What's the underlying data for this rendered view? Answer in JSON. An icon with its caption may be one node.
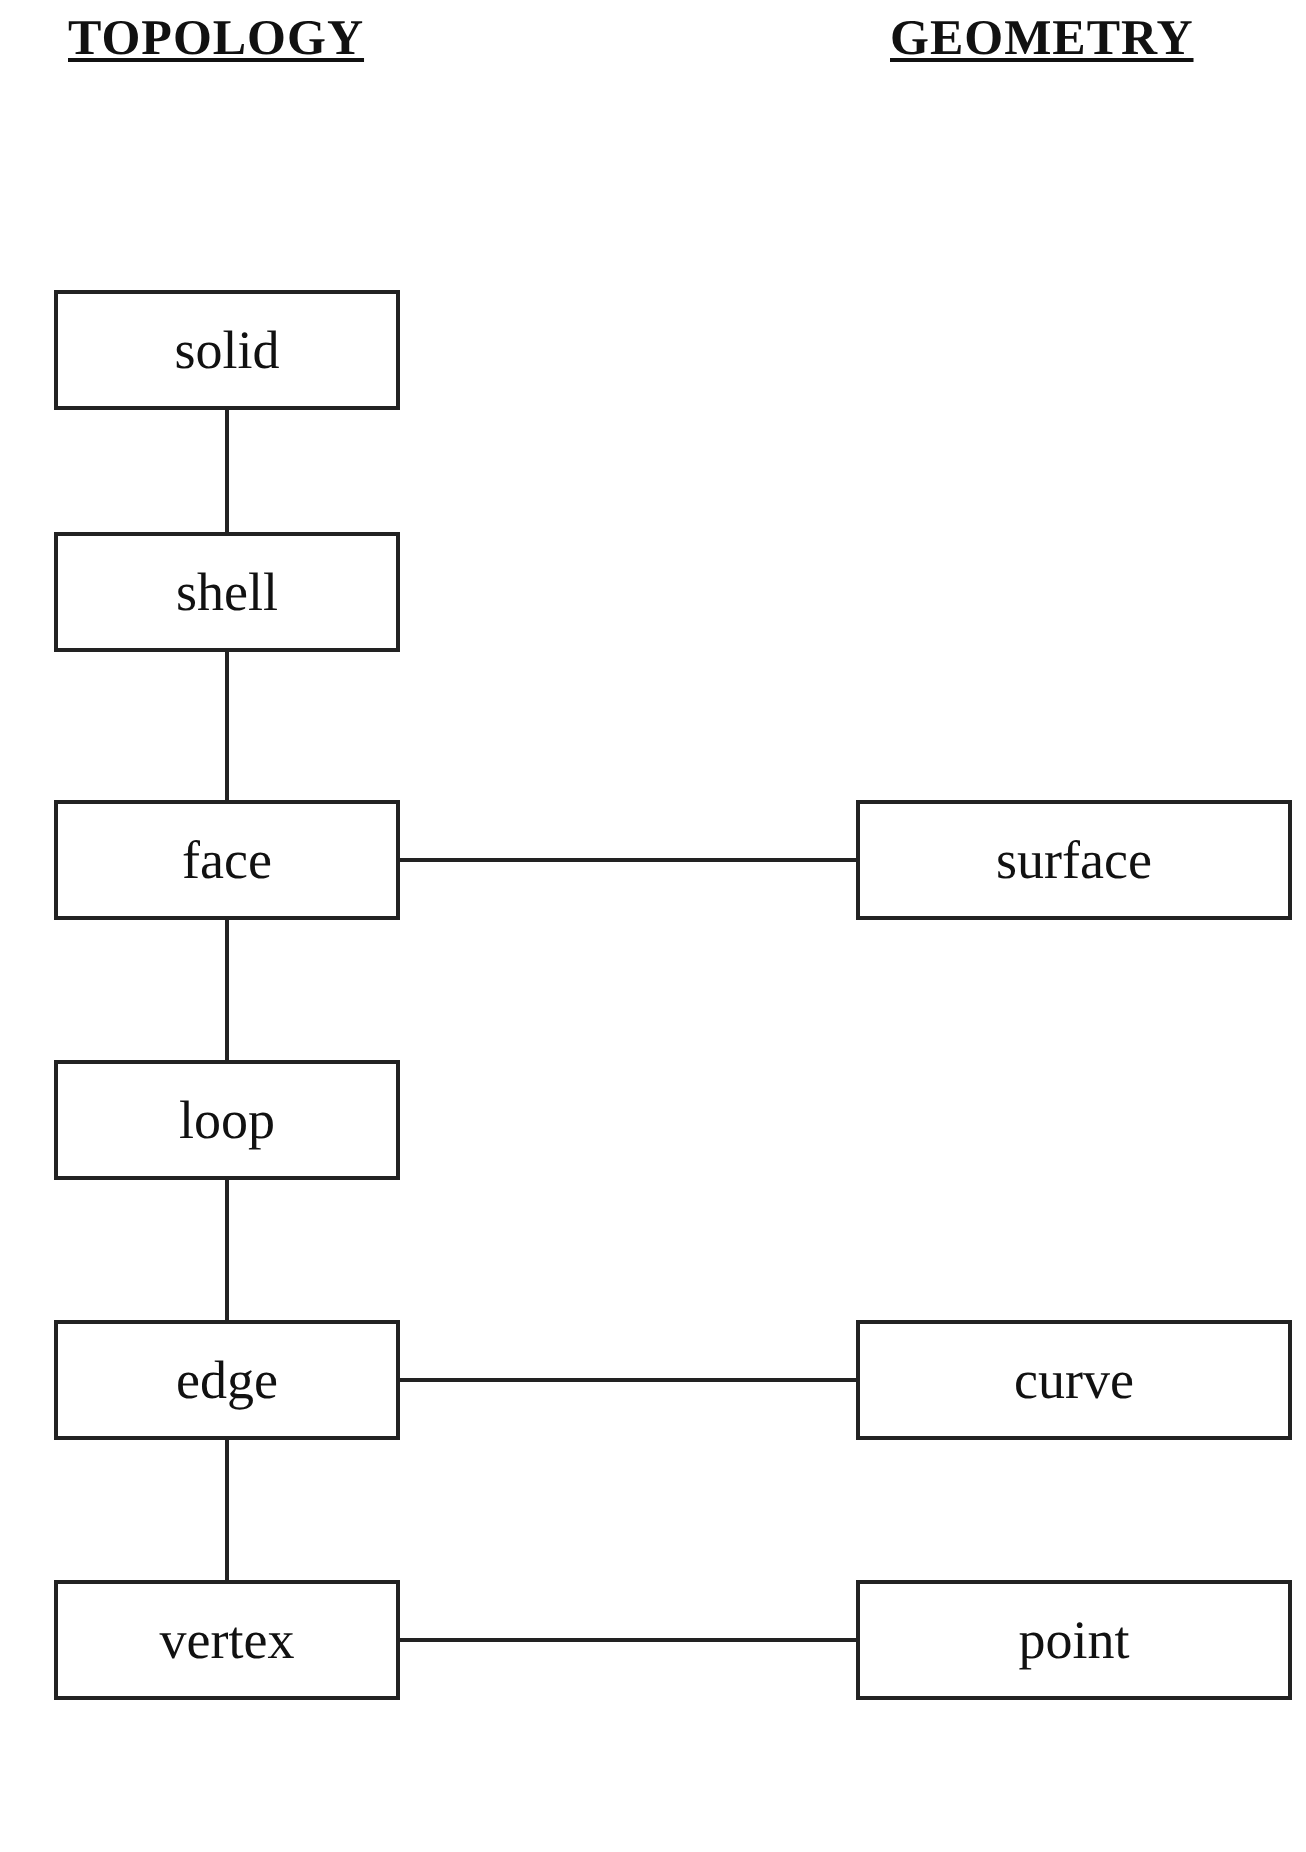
{
  "diagram": {
    "nodes": [
      {
        "text": [
          "solid"
        ]
      },
      {
        "text": [
          "shell"
        ]
      },
      {
        "text": [
          "face"
        ]
      },
      {
        "text": [
          "surface"
        ]
      },
      {
        "text": [
          "loop"
        ]
      },
      {
        "text": [
          "edge"
        ]
      },
      {
        "text": [
          "curve"
        ]
      },
      {
        "text": [
          "vertex"
        ]
      },
      {
        "text": [
          "point"
        ]
      }
    ],
    "edges": [
      {
        "from": 0,
        "to": 1,
        "arrow": "none"
      },
      {
        "from": 1,
        "to": 2,
        "arrow": "none"
      },
      {
        "from": 2,
        "to": 3,
        "arrow": "none"
      },
      {
        "from": 2,
        "to": 4,
        "arrow": "none"
      },
      {
        "from": 4,
        "to": 5,
        "arrow": "none"
      },
      {
        "from": 5,
        "to": 6,
        "arrow": "none"
      },
      {
        "from": 5,
        "to": 7,
        "arrow": "none"
      },
      {
        "from": 7,
        "to": 8,
        "arrow": "none"
      }
    ],
    "labels": [
      "TOPOLOGY",
      "GEOMETRY"
    ]
  }
}
